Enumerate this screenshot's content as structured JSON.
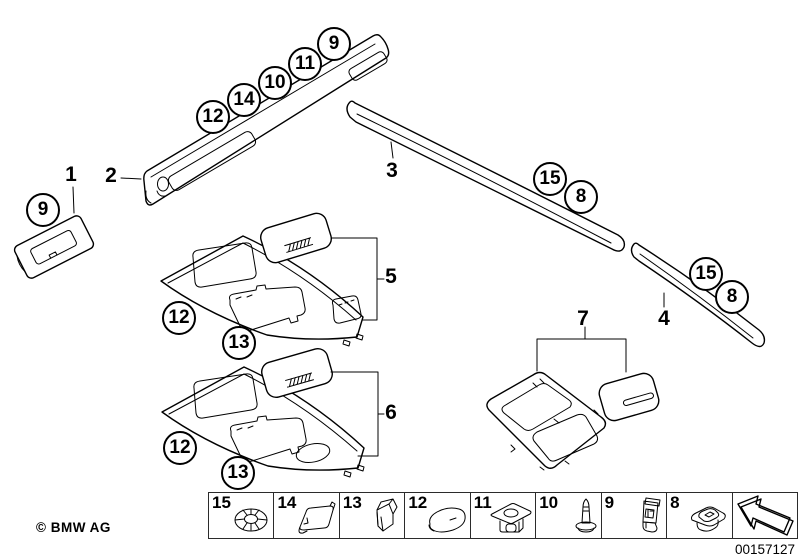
{
  "footer": {
    "copyright": "© BMW AG",
    "document_number": "00157127"
  },
  "part_labels": [
    "1",
    "2",
    "3",
    "4",
    "5",
    "6",
    "7"
  ],
  "callouts": [
    "12",
    "14",
    "10",
    "11",
    "9",
    "9",
    "15",
    "8",
    "15",
    "8",
    "12",
    "13",
    "12",
    "13"
  ],
  "legend": {
    "cells": [
      {
        "number": "15",
        "icon": "push-nut-clip-icon"
      },
      {
        "number": "14",
        "icon": "metal-clip-icon"
      },
      {
        "number": "13",
        "icon": "spring-clip-icon"
      },
      {
        "number": "12",
        "icon": "oval-cap-icon"
      },
      {
        "number": "11",
        "icon": "clip-nut-icon"
      },
      {
        "number": "10",
        "icon": "expansion-rivet-icon"
      },
      {
        "number": "9",
        "icon": "bracket-clip-icon"
      },
      {
        "number": "8",
        "icon": "grommet-icon"
      },
      {
        "number": "",
        "icon": "back-arrow-icon"
      }
    ]
  }
}
